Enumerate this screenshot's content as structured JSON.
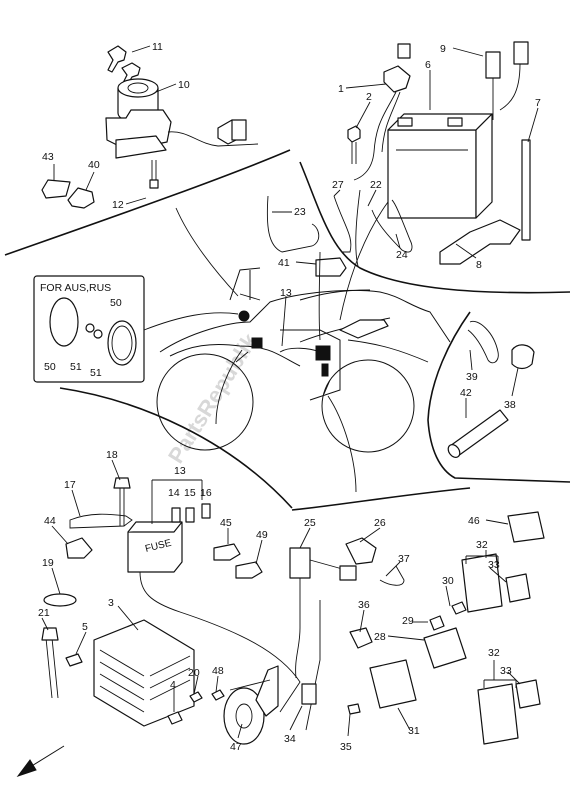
{
  "inset_title": "FOR AUS,RUS",
  "watermark": "PartsRepublik",
  "callouts": [
    {
      "id": "c11",
      "text": "11"
    },
    {
      "id": "c10",
      "text": "10"
    },
    {
      "id": "c43",
      "text": "43"
    },
    {
      "id": "c40",
      "text": "40"
    },
    {
      "id": "c12",
      "text": "12"
    },
    {
      "id": "c9",
      "text": "9"
    },
    {
      "id": "c1",
      "text": "1"
    },
    {
      "id": "c6",
      "text": "6"
    },
    {
      "id": "c2",
      "text": "2"
    },
    {
      "id": "c7",
      "text": "7"
    },
    {
      "id": "c27",
      "text": "27"
    },
    {
      "id": "c22",
      "text": "22"
    },
    {
      "id": "c23",
      "text": "23"
    },
    {
      "id": "c24",
      "text": "24"
    },
    {
      "id": "c41",
      "text": "41"
    },
    {
      "id": "c8",
      "text": "8"
    },
    {
      "id": "c13a",
      "text": "13"
    },
    {
      "id": "c50a",
      "text": "50"
    },
    {
      "id": "c50b",
      "text": "50"
    },
    {
      "id": "c51a",
      "text": "51"
    },
    {
      "id": "c51b",
      "text": "51"
    },
    {
      "id": "c39",
      "text": "39"
    },
    {
      "id": "c42",
      "text": "42"
    },
    {
      "id": "c38",
      "text": "38"
    },
    {
      "id": "c18",
      "text": "18"
    },
    {
      "id": "c13b",
      "text": "13"
    },
    {
      "id": "c14",
      "text": "14"
    },
    {
      "id": "c15",
      "text": "15"
    },
    {
      "id": "c16",
      "text": "16"
    },
    {
      "id": "c17",
      "text": "17"
    },
    {
      "id": "c44",
      "text": "44"
    },
    {
      "id": "c45",
      "text": "45"
    },
    {
      "id": "c49",
      "text": "49"
    },
    {
      "id": "c19",
      "text": "19"
    },
    {
      "id": "c3",
      "text": "3"
    },
    {
      "id": "c21",
      "text": "21"
    },
    {
      "id": "c5",
      "text": "5"
    },
    {
      "id": "c25",
      "text": "25"
    },
    {
      "id": "c26",
      "text": "26"
    },
    {
      "id": "c37",
      "text": "37"
    },
    {
      "id": "c46",
      "text": "46"
    },
    {
      "id": "c32a",
      "text": "32"
    },
    {
      "id": "c33a",
      "text": "33"
    },
    {
      "id": "c30",
      "text": "30"
    },
    {
      "id": "c36",
      "text": "36"
    },
    {
      "id": "c29",
      "text": "29"
    },
    {
      "id": "c28",
      "text": "28"
    },
    {
      "id": "c20",
      "text": "20"
    },
    {
      "id": "c48",
      "text": "48"
    },
    {
      "id": "c4",
      "text": "4"
    },
    {
      "id": "c47",
      "text": "47"
    },
    {
      "id": "c34",
      "text": "34"
    },
    {
      "id": "c35",
      "text": "35"
    },
    {
      "id": "c31",
      "text": "31"
    },
    {
      "id": "c32b",
      "text": "32"
    },
    {
      "id": "c33b",
      "text": "33"
    }
  ],
  "fuse_label": "FUSE"
}
